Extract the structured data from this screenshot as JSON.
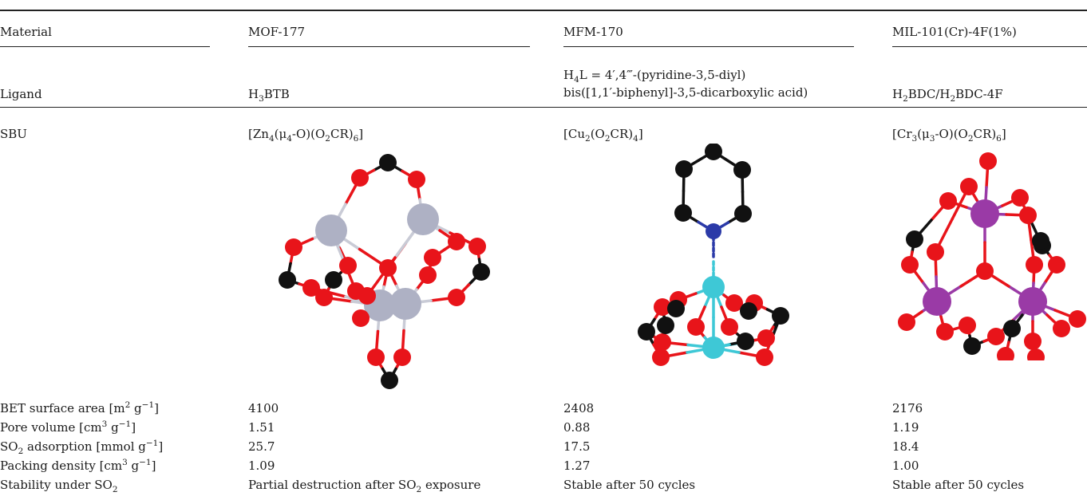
{
  "header": {
    "material_label": "Material",
    "materials": [
      "MOF-177",
      "MFM-170",
      "MIL-101(Cr)-4F(1%)"
    ],
    "ligand_label": "Ligand",
    "ligands": {
      "mof177": {
        "pre": "H",
        "sub": "3",
        "post": "BTB"
      },
      "mfm170_line1": {
        "h": "H",
        "sub": "4",
        "rest": "L = 4′,4‴-(pyridine-3,5-diyl)"
      },
      "mfm170_line2": "bis([1,1′-biphenyl]-3,5-dicarboxylic acid)",
      "mil101": {
        "a": "H",
        "a_sub": "2",
        "b": "BDC/H",
        "b_sub": "2",
        "c": "BDC-4F"
      }
    }
  },
  "sbu": {
    "label": "SBU",
    "mof177": {
      "t1": "[Zn",
      "s1": "4",
      "t2": "(μ",
      "s2": "4",
      "t3": "-O)(O",
      "s3": "2",
      "t4": "CR)",
      "s4": "6",
      "t5": "]"
    },
    "mfm170": {
      "t1": "[Cu",
      "s1": "2",
      "t2": "(O",
      "s2": "2",
      "t3": "CR)",
      "s3": "4",
      "t4": "]"
    },
    "mil101": {
      "t1": "[Cr",
      "s1": "3",
      "t2": "(μ",
      "s2": "3",
      "t3": "-O)(O",
      "s3": "2",
      "t4": "CR)",
      "s4": "6",
      "t5": "]"
    }
  },
  "rows": {
    "bet": {
      "label_pre": "BET surface area [m",
      "sup1": "2",
      "mid": " g",
      "sup2": "−1",
      "end": "]",
      "values": [
        "4100",
        "2408",
        "2176"
      ]
    },
    "pore": {
      "label_pre": "Pore volume [cm",
      "sup1": "3",
      "mid": " g",
      "sup2": "−1",
      "end": "]",
      "values": [
        "1.51",
        "0.88",
        "1.19"
      ]
    },
    "so2": {
      "label_pre": "SO",
      "sub1": "2",
      "mid": " adsorption [mmol g",
      "sup2": "−1",
      "end": "]",
      "values": [
        "25.7",
        "17.5",
        "18.4"
      ]
    },
    "packing": {
      "label_pre": "Packing density [cm",
      "sup1": "3",
      "mid": " g",
      "sup2": "−1",
      "end": "]",
      "values": [
        "1.09",
        "1.27",
        "1.00"
      ]
    },
    "stability": {
      "label_pre": "Stability under SO",
      "sub1": "2",
      "v1_pre": "Partial destruction after SO",
      "v1_sub": "2",
      "v1_post": " exposure",
      "v2": "Stable after 50 cycles",
      "v3": "Stable after 50 cycles"
    }
  },
  "colors": {
    "oxygen": "#e8141a",
    "carbon": "#111111",
    "zinc": "#aeb1c4",
    "copper": "#3ec8d6",
    "nitrogen": "#2b3aa8",
    "chromium": "#9a3aa6"
  }
}
